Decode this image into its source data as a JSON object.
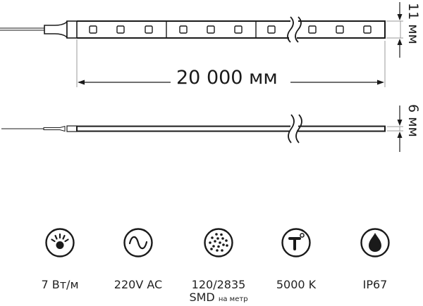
{
  "diagram": {
    "top_view": {
      "length_label": "20 000 мм",
      "width_label": "11 мм",
      "led_count_visible": 9,
      "segments_visible": 3
    },
    "side_view": {
      "height_label": "6 мм"
    }
  },
  "specs": [
    {
      "icon": "power-icon",
      "value": "7 Вт/м",
      "sub": "",
      "sub_small": ""
    },
    {
      "icon": "ac-sine-icon",
      "value": "220V AC",
      "sub": "",
      "sub_small": ""
    },
    {
      "icon": "led-dots-icon",
      "value": "120/2835",
      "sub": "SMD",
      "sub_small": "на метр"
    },
    {
      "icon": "temperature-icon",
      "value": "5000 K",
      "sub": "",
      "sub_small": ""
    },
    {
      "icon": "water-drop-icon",
      "value": "IP67",
      "sub": "",
      "sub_small": ""
    }
  ],
  "colors": {
    "line": "#1a1a1a",
    "dim_line": "#9a9a9a",
    "background": "#ffffff"
  }
}
